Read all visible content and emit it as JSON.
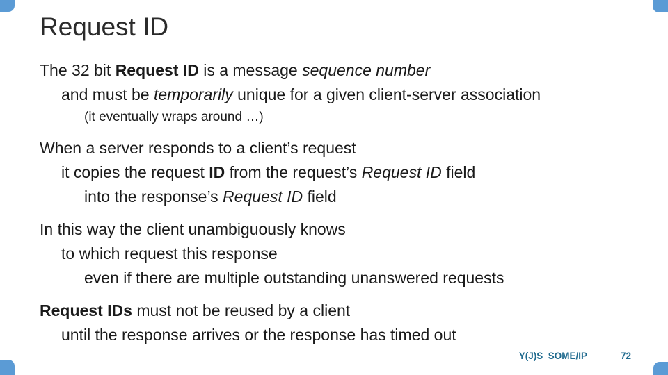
{
  "slide": {
    "title": "Request ID",
    "footer": {
      "credit": "Y(J)S  SOME/IP",
      "page": "72"
    },
    "colors": {
      "accent": "#5b9bd5",
      "footer_text": "#1f6a8e",
      "title_text": "#2b2b2b",
      "body_text": "#1a1a1a",
      "background": "#ffffff"
    }
  },
  "body": {
    "p1": {
      "l1": {
        "s1": "The 32 bit ",
        "s2": "Request ID",
        "s3": " is a message ",
        "s4": "sequence number"
      },
      "l2": {
        "s1": "and must be ",
        "s2": "temporarily",
        "s3": " unique for a given client-server association"
      },
      "l3": {
        "s1": "(it eventually wraps around …)"
      }
    },
    "p2": {
      "l1": {
        "s1": "When a server responds to a client’s request"
      },
      "l2": {
        "s1": "it copies the request ",
        "s2": "ID",
        "s3": " from the request’s ",
        "s4": "Request ID",
        "s5": " field"
      },
      "l3": {
        "s1": "into the response’s ",
        "s2": "Request ID",
        "s3": " field"
      }
    },
    "p3": {
      "l1": {
        "s1": "In this way the client unambiguously knows"
      },
      "l2": {
        "s1": "to which request this response"
      },
      "l3": {
        "s1": "even if there are multiple outstanding unanswered requests"
      }
    },
    "p4": {
      "l1": {
        "s1": "Request IDs",
        "s2": " must not be reused by a client"
      },
      "l2": {
        "s1": "until the response arrives or the response has timed out"
      }
    }
  }
}
